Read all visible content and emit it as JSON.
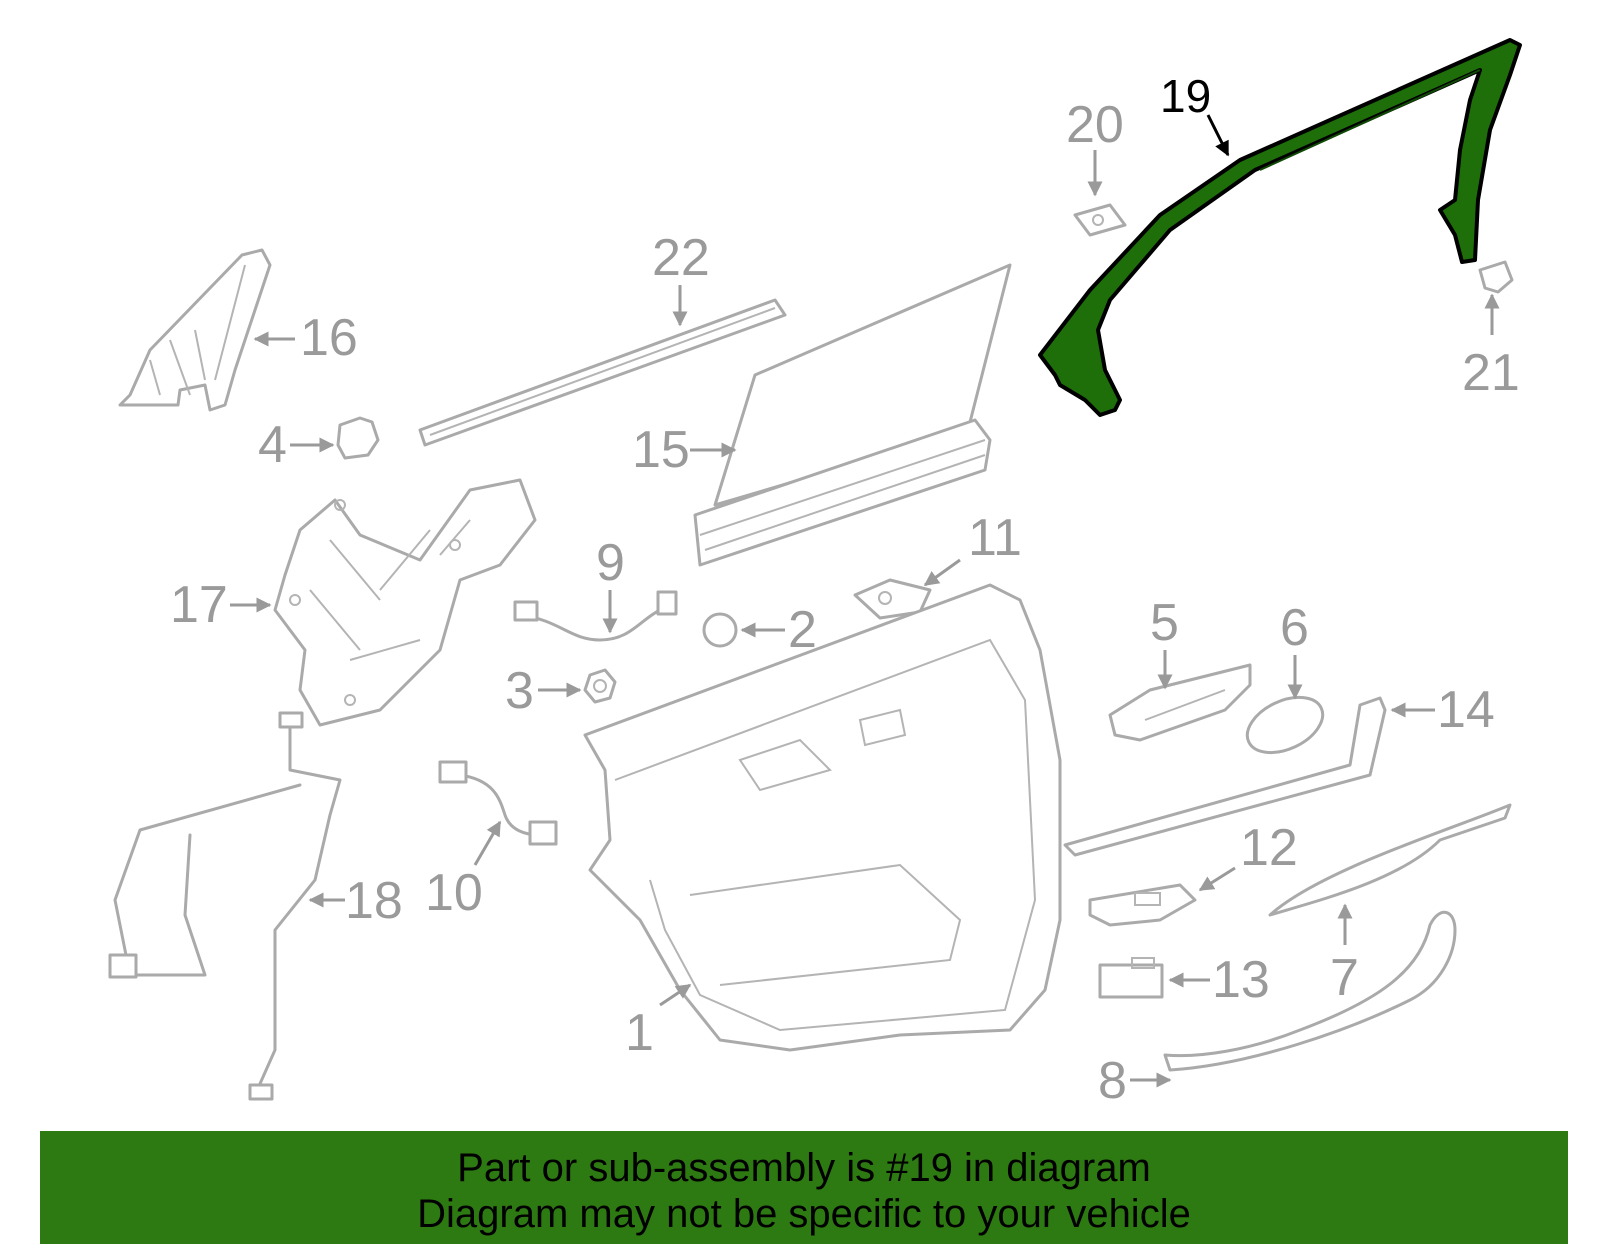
{
  "callouts": {
    "c1": "1",
    "c2": "2",
    "c3": "3",
    "c4": "4",
    "c5": "5",
    "c6": "6",
    "c7": "7",
    "c8": "8",
    "c9": "9",
    "c10": "10",
    "c11": "11",
    "c12": "12",
    "c13": "13",
    "c14": "14",
    "c15": "15",
    "c16": "16",
    "c17": "17",
    "c18": "18",
    "c19": "19",
    "c20": "20",
    "c21": "21",
    "c22": "22"
  },
  "highlighted_part": "19",
  "colors": {
    "highlight": "#1e6f0a",
    "banner": "#2e7a12",
    "part_outline": "#aaaaaa"
  },
  "banner": {
    "line1": "Part or sub-assembly is #19 in diagram",
    "line2": "Diagram may not be specific to your vehicle"
  }
}
